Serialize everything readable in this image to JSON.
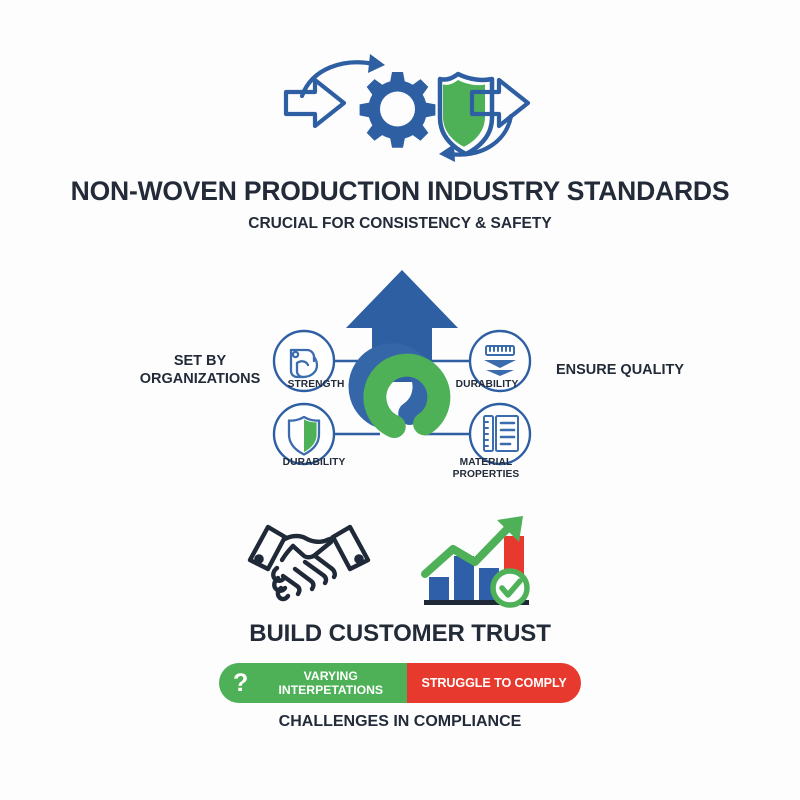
{
  "page": {
    "background_color": "#fdfdfd",
    "text_color": "#232b39"
  },
  "colors": {
    "brand_blue": "#2e5fa3",
    "brand_blue_dark": "#24518f",
    "brand_green": "#4eb158",
    "accent_red": "#e8392f",
    "navy_text": "#232b39",
    "white": "#ffffff"
  },
  "header": {
    "icon_name": "process-gear-shield-icon",
    "icon_parts": [
      "left-outline-arrow-icon",
      "top-curved-arrow-icon",
      "gear-icon",
      "shield-icon",
      "right-outline-arrow-icon",
      "bottom-curved-arrow-icon"
    ],
    "title": "NON-WOVEN PRODUCTION INDUSTRY STANDARDS",
    "subtitle": "CRUCIAL FOR CONSISTENCY & SAFETY"
  },
  "diagram": {
    "center_icon_name": "interlocking-chain-links-icon",
    "arrow_icon_name": "upward-arrow-icon",
    "left_caption": "SET BY\nORGANIZATIONS",
    "left_caption_line1": "SET BY",
    "left_caption_line2": "ORGANIZATIONS",
    "right_caption": "ENSURE QUALITY",
    "nodes": [
      {
        "id": "strength",
        "label": "STRENGTH",
        "icon": "flexed-bicep-icon",
        "position": "top-left"
      },
      {
        "id": "durability-ruler",
        "label": "DURABILITY",
        "icon": "ruler-fabric-layers-icon",
        "position": "top-right"
      },
      {
        "id": "durability-shield",
        "label": "DURABILITY",
        "icon": "shield-check-icon",
        "position": "bottom-left"
      },
      {
        "id": "material-properties",
        "label_line1": "MATERIAL",
        "label_line2": "PROPERTIES",
        "label": "MATERIAL PROPERTIES",
        "icon": "spec-document-ruler-icon",
        "position": "bottom-right"
      }
    ]
  },
  "trust": {
    "icons": [
      {
        "id": "handshake",
        "icon": "handshake-icon"
      },
      {
        "id": "growth-chart",
        "icon": "growth-bar-chart-check-icon"
      }
    ],
    "title": "BUILD CUSTOMER TRUST"
  },
  "compliance": {
    "pill": {
      "question_mark": "?",
      "left_label_line1": "VARYING",
      "left_label_line2": "INTERPETATIONS",
      "left_label": "VARYING INTERPETATIONS",
      "left_color": "#4eb158",
      "right_label": "STRUGGLE TO COMPLY",
      "right_color": "#e8392f"
    },
    "caption": "CHALLENGES IN COMPLIANCE"
  }
}
